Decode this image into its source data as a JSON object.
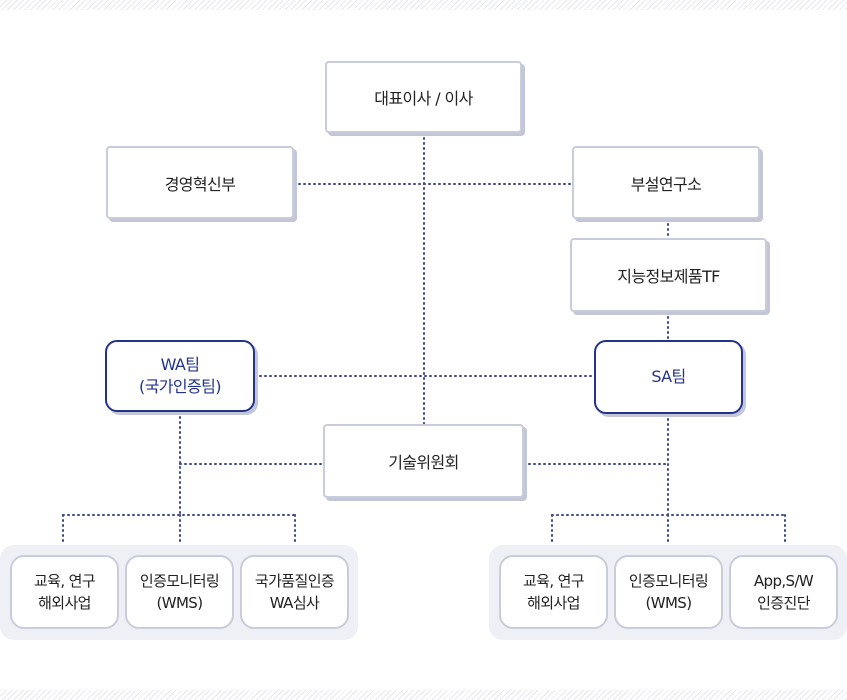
{
  "org": {
    "ceo": "대표이사 / 이사",
    "management": "경영혁신부",
    "research_lab": "부설연구소",
    "intelligent_tf": "지능정보제품TF",
    "wa_team": "WA팀\n(국가인증팀)",
    "sa_team": "SA팀",
    "tech_committee": "기술위원회"
  },
  "wa_units": [
    "교육, 연구\n해외사업",
    "인증모니터링\n(WMS)",
    "국가품질인증\nWA심사"
  ],
  "sa_units": [
    "교육, 연구\n해외사업",
    "인증모니터링\n(WMS)",
    "App,S/W\n인증진단"
  ],
  "colors": {
    "team_border": "#24338a",
    "box_border": "#c9ccda",
    "panel_bg": "#eef0f6",
    "connector": "#3c4a8c"
  }
}
